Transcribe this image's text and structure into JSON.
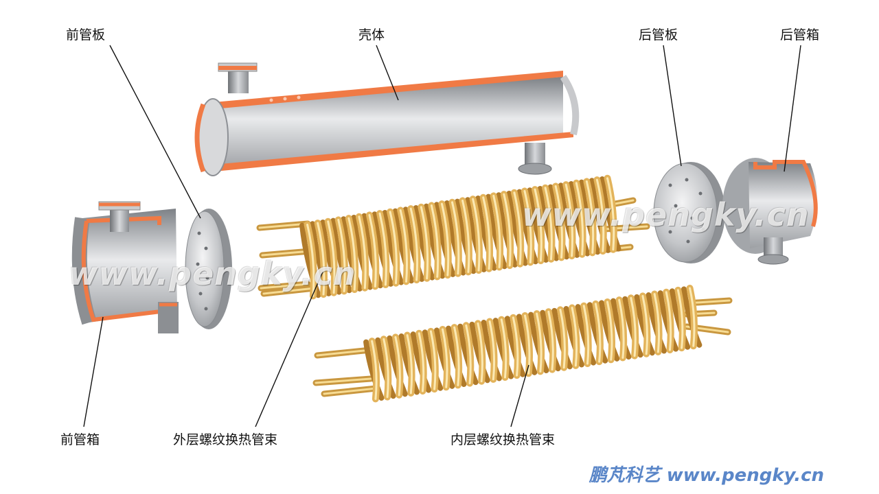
{
  "labels": {
    "front_tubesheet": "前管板",
    "shell": "壳体",
    "rear_tubesheet": "后管板",
    "rear_channel": "后管箱",
    "front_channel": "前管箱",
    "outer_bundle": "外层螺纹换热管束",
    "inner_bundle": "内层螺纹换热管束"
  },
  "watermark": "www.pengky.cn",
  "brand": {
    "name": "鹏芃科艺",
    "url": "www.pengky.cn"
  },
  "colors": {
    "copper": "#e3b35a",
    "steel": "#b9bcc0",
    "cutface": "#f07a45",
    "brand": "#5a86c8"
  }
}
